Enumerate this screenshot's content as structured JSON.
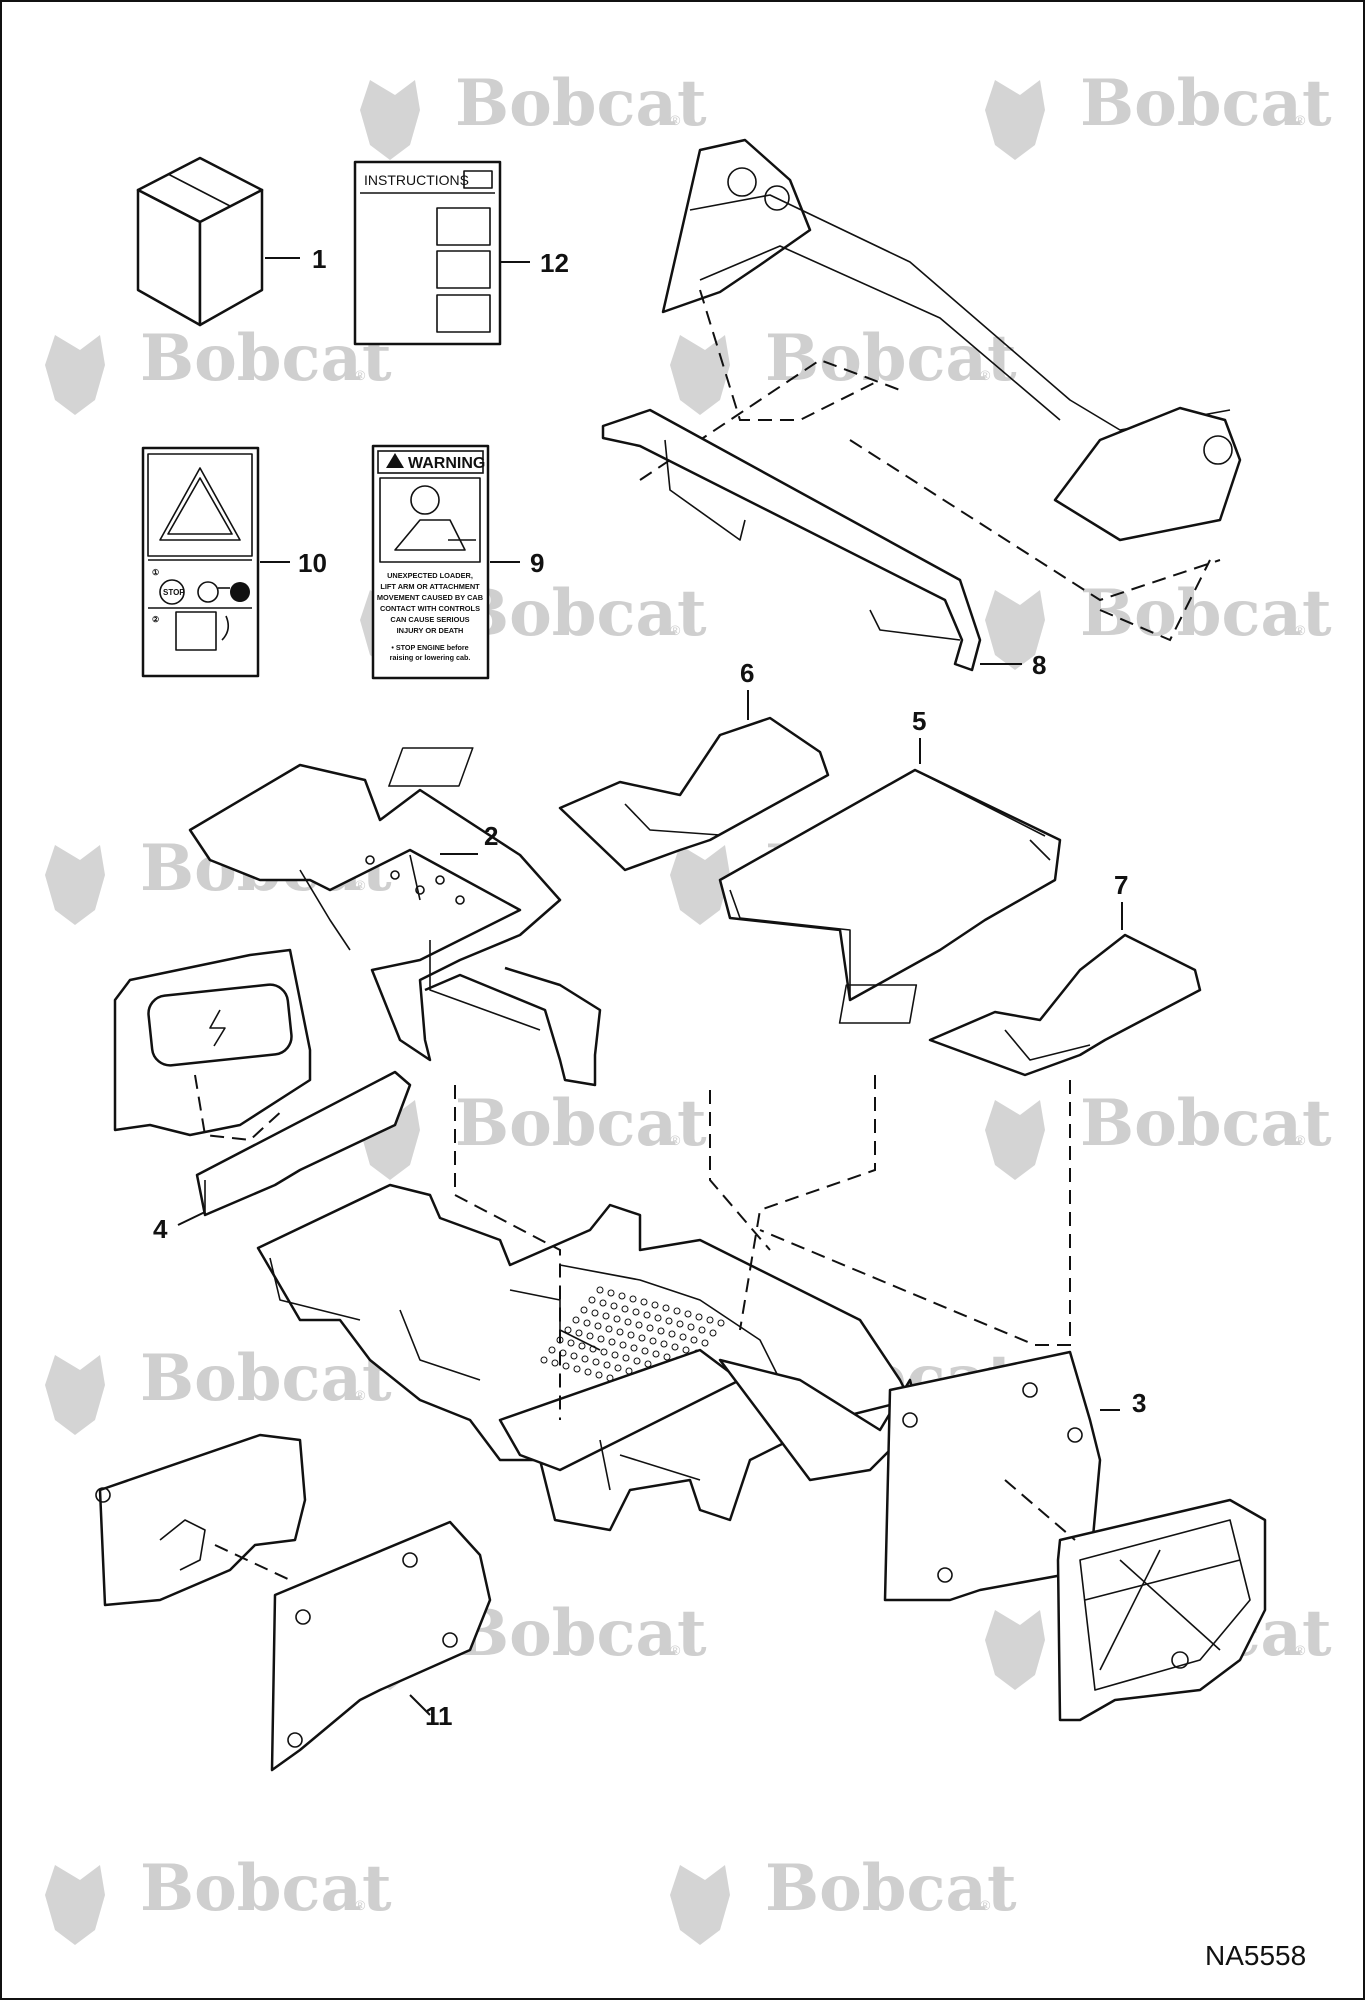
{
  "watermark": {
    "brand": "Bobcat",
    "mark": "®"
  },
  "figure_id": "NA5558",
  "callouts": [
    {
      "id": "c1",
      "label": "1"
    },
    {
      "id": "c2",
      "label": "2"
    },
    {
      "id": "c3",
      "label": "3"
    },
    {
      "id": "c4",
      "label": "4"
    },
    {
      "id": "c5",
      "label": "5"
    },
    {
      "id": "c6",
      "label": "6"
    },
    {
      "id": "c7",
      "label": "7"
    },
    {
      "id": "c8",
      "label": "8"
    },
    {
      "id": "c9",
      "label": "9"
    },
    {
      "id": "c10",
      "label": "10"
    },
    {
      "id": "c11",
      "label": "11"
    },
    {
      "id": "c12",
      "label": "12"
    }
  ],
  "instructions_sheet": {
    "title": "INSTRUCTIONS"
  },
  "warning_decal": {
    "header": "WARNING",
    "lines": [
      "UNEXPECTED LOADER,",
      "LIFT ARM OR ATTACHMENT",
      "MOVEMENT CAUSED BY CAB",
      "CONTACT WITH CONTROLS",
      "CAN CAUSE SERIOUS",
      "INJURY OR DEATH"
    ],
    "footer_lines": [
      "• STOP ENGINE before",
      "raising or lowering cab."
    ]
  },
  "pictorial_decal": {
    "stop_label": "STOP",
    "step1": "①",
    "step2": "②"
  }
}
